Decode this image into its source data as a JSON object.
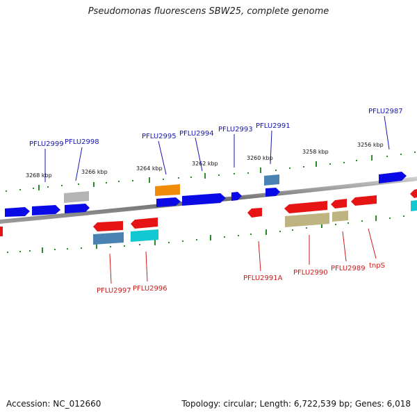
{
  "header": {
    "title": "Pseudomonas fluorescens SBW25, complete genome"
  },
  "footer": {
    "accession": "Accession: NC_012660",
    "summary": "Topology: circular; Length: 6,722,539 bp; Genes: 6,018"
  },
  "colors": {
    "forward_label": "#1515b4",
    "reverse_label": "#cc1a1a",
    "backbone": "#777777",
    "tick": "#2a8a2a",
    "gene_blue": "#0a0ae6",
    "gene_red": "#e61414",
    "gene_grey": "#b4b4b4",
    "gene_orange": "#f08c0a",
    "gene_steel": "#4b82b4",
    "gene_cyan": "#14c8d2",
    "gene_olive": "#beb482"
  },
  "scale": {
    "unit": "kbp",
    "labels": [
      "3268 kbp",
      "3266 kbp",
      "3264 kbp",
      "3262 kbp",
      "3260 kbp",
      "3258 kbp",
      "3256 kbp"
    ]
  },
  "genes_forward": [
    {
      "label": "PFLU2999",
      "color": "blue"
    },
    {
      "label": "PFLU2998",
      "color": "grey"
    },
    {
      "label": "PFLU2995",
      "color": "blue"
    },
    {
      "label": "PFLU2994",
      "color": "blue"
    },
    {
      "label": "PFLU2993",
      "color": "blue"
    },
    {
      "label": "PFLU2991",
      "color": "blue"
    },
    {
      "label": "PFLU2987",
      "color": "blue"
    }
  ],
  "genes_reverse": [
    {
      "label": "PFLU2997",
      "color": "red"
    },
    {
      "label": "PFLU2996",
      "color": "red"
    },
    {
      "label": "PFLU2991A",
      "color": "red"
    },
    {
      "label": "PFLU2990",
      "color": "red"
    },
    {
      "label": "PFLU2989",
      "color": "red"
    },
    {
      "label": "tnpS",
      "color": "red"
    }
  ]
}
